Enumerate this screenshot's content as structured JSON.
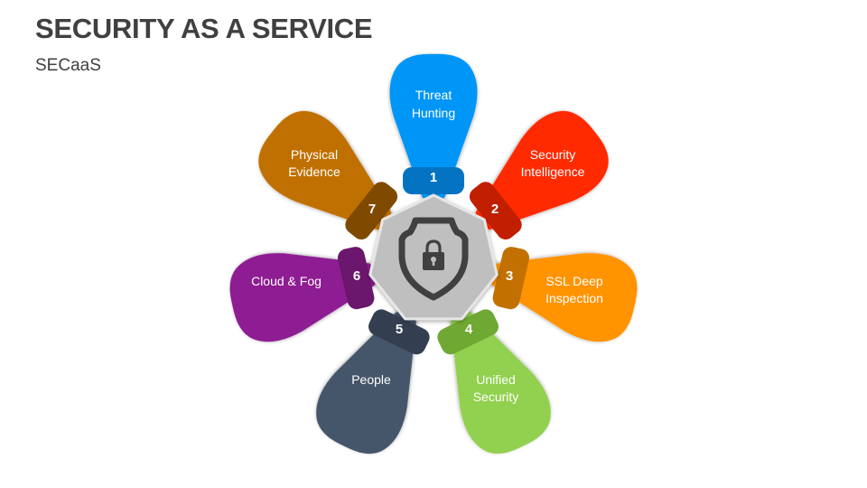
{
  "slide": {
    "title": "SECURITY AS A SERVICE",
    "subtitle": "SECaaS"
  },
  "center": {
    "icon": "shield-lock-icon",
    "fill": "#BFBFBF",
    "icon_color": "#404040"
  },
  "petals": [
    {
      "number": "1",
      "line1": "Threat",
      "line2": "Hunting",
      "color": "#0596F7",
      "badge_color": "#0474C2"
    },
    {
      "number": "2",
      "line1": "Security",
      "line2": "Intelligence",
      "color": "#FF2A00",
      "badge_color": "#C21E00"
    },
    {
      "number": "3",
      "line1": "SSL Deep",
      "line2": "Inspection",
      "color": "#FF9300",
      "badge_color": "#C27000"
    },
    {
      "number": "4",
      "line1": "Unified",
      "line2": "Security",
      "color": "#92D050",
      "badge_color": "#6FA832"
    },
    {
      "number": "5",
      "line1": "People",
      "line2": "",
      "color": "#44546A",
      "badge_color": "#333F50"
    },
    {
      "number": "6",
      "line1": "Cloud & Fog",
      "line2": "",
      "color": "#8E1F92",
      "badge_color": "#6A176D"
    },
    {
      "number": "7",
      "line1": "Physical",
      "line2": "Evidence",
      "color": "#C07000",
      "badge_color": "#7F4A00"
    }
  ]
}
